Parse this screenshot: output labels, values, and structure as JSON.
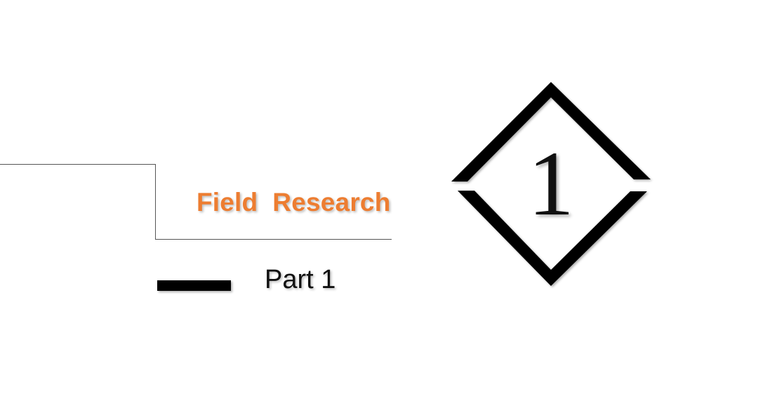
{
  "slide": {
    "title": "Field  Research",
    "subtitle": "Part 1",
    "section_number": "1",
    "accent_color": "#ed7d31"
  }
}
